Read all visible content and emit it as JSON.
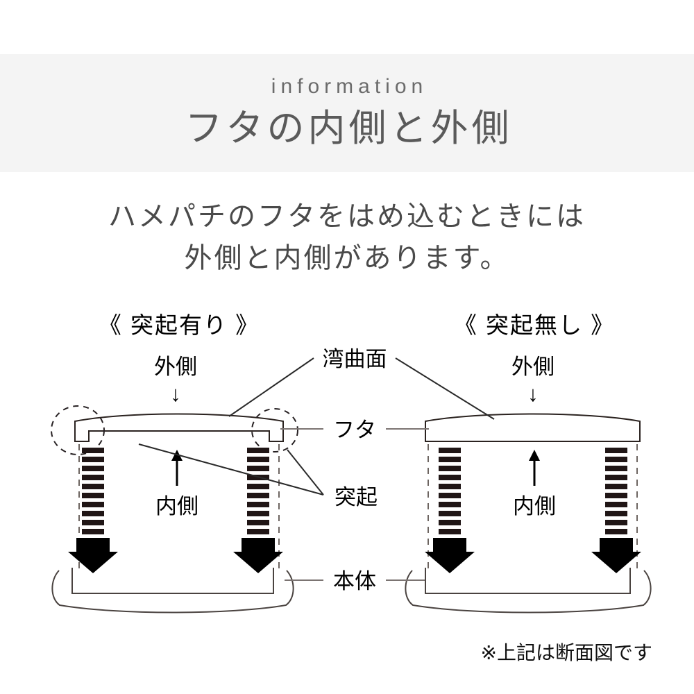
{
  "header": {
    "eyebrow": "information",
    "headline": "フタの内側と外側",
    "band_color": "#f4f4f4"
  },
  "lead": {
    "line1": "ハメパチのフタをはめ込むときには",
    "line2": "外側と内側があります。"
  },
  "diagram": {
    "left_panel": {
      "title": "《 突起有り 》",
      "outer_label": "外側",
      "outer_arrow": "↓",
      "inner_label": "内側",
      "inner_arrow": "↑"
    },
    "right_panel": {
      "title": "《 突起無し 》",
      "outer_label": "外側",
      "outer_arrow": "↓",
      "inner_label": "内側",
      "inner_arrow": "↑"
    },
    "center_labels": {
      "curved_surface": "湾曲面",
      "lid": "フタ",
      "protrusion": "突起",
      "body": "本体"
    },
    "footnote": "※上記は断面図です"
  },
  "colors": {
    "page_background": "#ffffff",
    "band": "#f4f4f4",
    "eyebrow_text": "#6b6b6b",
    "headline_text": "#5a5a5a",
    "lead_text": "#4a4a4a",
    "diagram_line": "#2b2320",
    "arrow_fill": "#000000",
    "segment_fill": "#201616"
  }
}
